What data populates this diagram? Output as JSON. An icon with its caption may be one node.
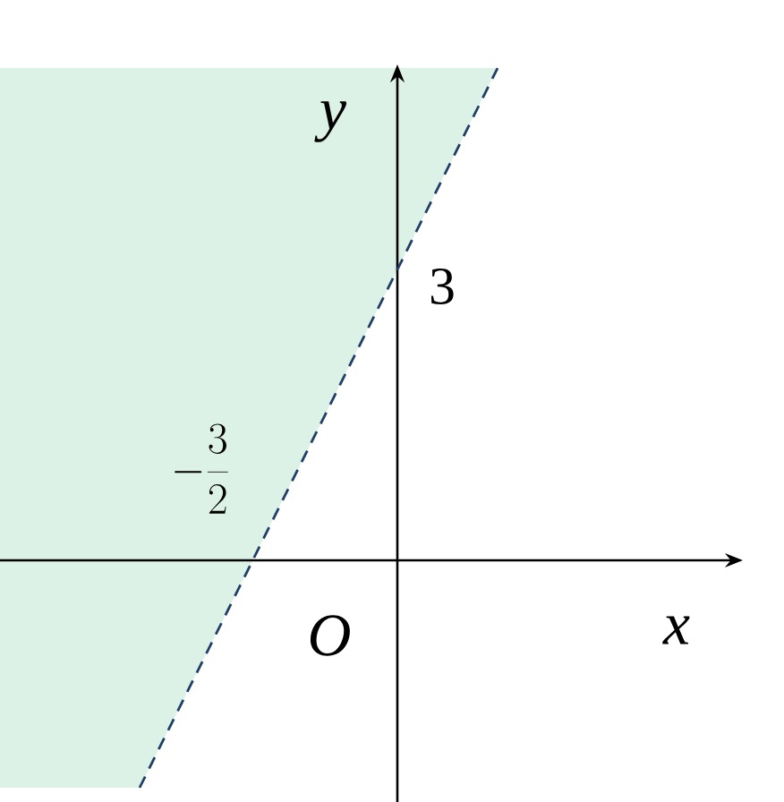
{
  "diagram": {
    "labels": [
      "y",
      "3",
      "-\\frac{3}{2}",
      "O",
      "x"
    ]
  }
}
